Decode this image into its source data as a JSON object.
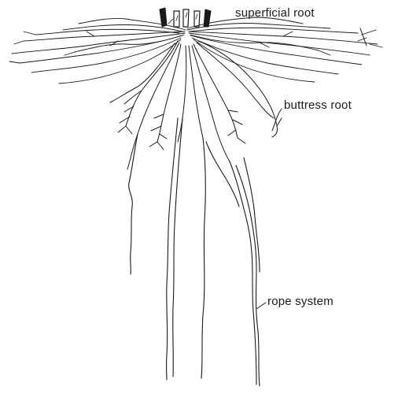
{
  "labels": {
    "superficial_root": "superficial root",
    "buttress_root": "buttress root",
    "rope_system": "rope system"
  },
  "colors": {
    "ink": "#1a1a1a",
    "background": "#ffffff"
  }
}
